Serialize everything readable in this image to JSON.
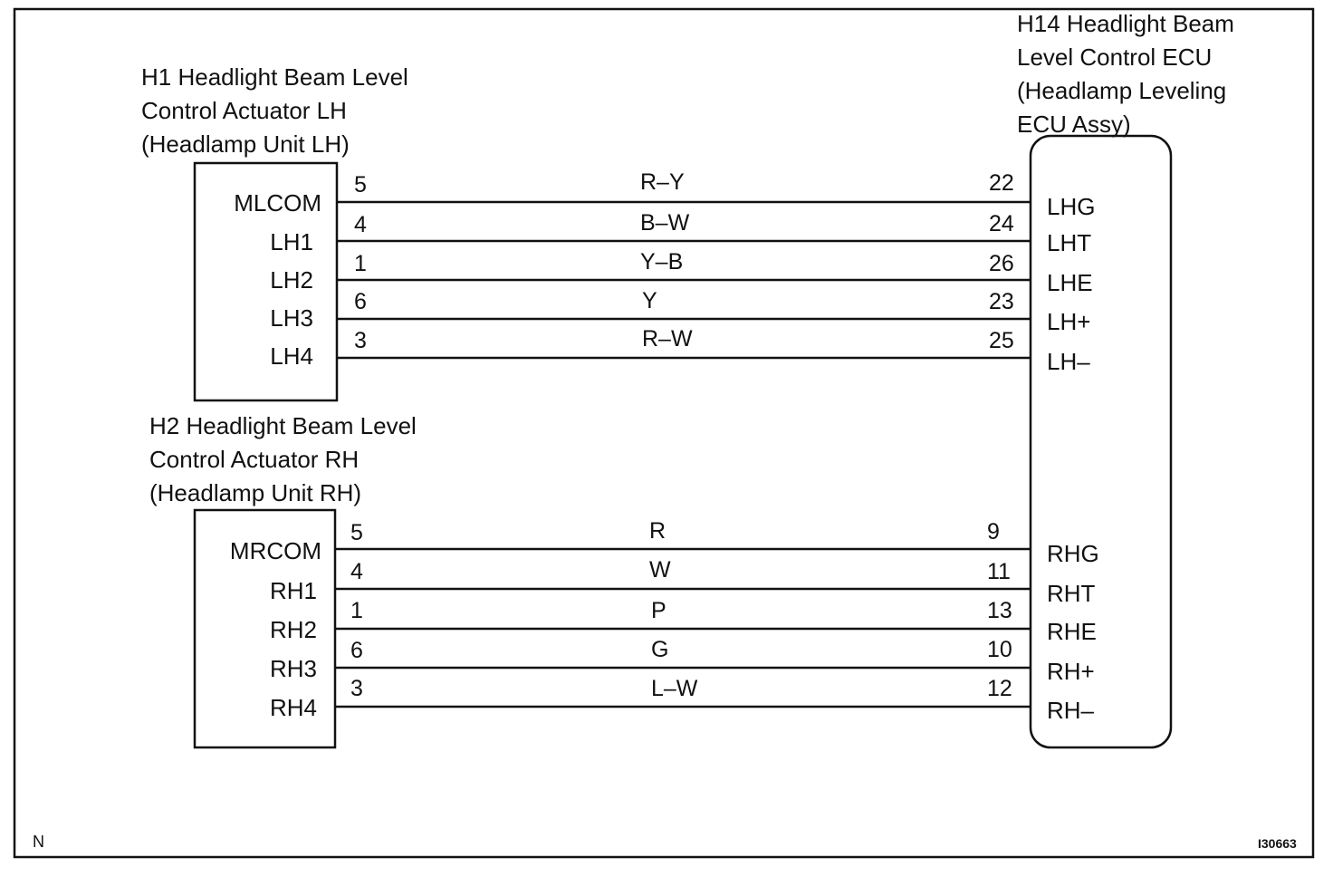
{
  "ecu": {
    "title_lines": [
      "H14 Headlight Beam",
      "Level Control ECU",
      "(Headlamp Leveling",
      "ECU Assy)"
    ]
  },
  "actuator_lh": {
    "title_lines": [
      "H1 Headlight Beam Level",
      "Control Actuator LH",
      "(Headlamp Unit LH)"
    ],
    "terminals": [
      "MLCOM",
      "LH1",
      "LH2",
      "LH3",
      "LH4"
    ]
  },
  "actuator_rh": {
    "title_lines": [
      "H2 Headlight Beam Level",
      "Control Actuator RH",
      "(Headlamp Unit RH)"
    ],
    "terminals": [
      "MRCOM",
      "RH1",
      "RH2",
      "RH3",
      "RH4"
    ]
  },
  "wires_lh": [
    {
      "pin": "5",
      "color": "R–Y",
      "ecu_pin": "22",
      "ecu_terminal": "LHG"
    },
    {
      "pin": "4",
      "color": "B–W",
      "ecu_pin": "24",
      "ecu_terminal": "LHT"
    },
    {
      "pin": "1",
      "color": "Y–B",
      "ecu_pin": "26",
      "ecu_terminal": "LHE"
    },
    {
      "pin": "6",
      "color": "Y",
      "ecu_pin": "23",
      "ecu_terminal": "LH+"
    },
    {
      "pin": "3",
      "color": "R–W",
      "ecu_pin": "25",
      "ecu_terminal": "LH–"
    }
  ],
  "wires_rh": [
    {
      "pin": "5",
      "color": "R",
      "ecu_pin": "9",
      "ecu_terminal": "RHG"
    },
    {
      "pin": "4",
      "color": "W",
      "ecu_pin": "11",
      "ecu_terminal": "RHT"
    },
    {
      "pin": "1",
      "color": "P",
      "ecu_pin": "13",
      "ecu_terminal": "RHE"
    },
    {
      "pin": "6",
      "color": "G",
      "ecu_pin": "10",
      "ecu_terminal": "RH+"
    },
    {
      "pin": "3",
      "color": "L–W",
      "ecu_pin": "12",
      "ecu_terminal": "RH–"
    }
  ],
  "corner": {
    "left": "N",
    "right": "I30663"
  }
}
